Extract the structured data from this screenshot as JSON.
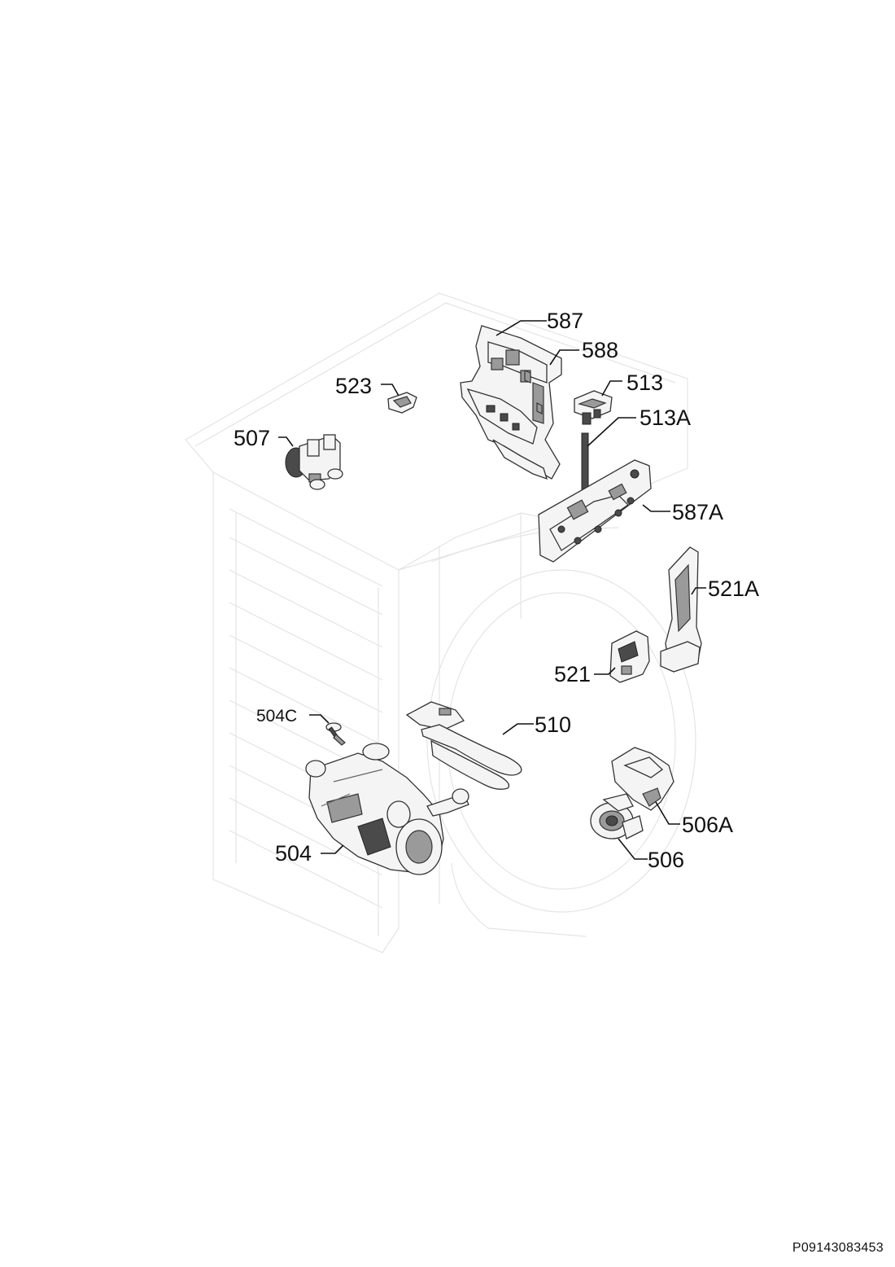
{
  "callouts": {
    "c587": "587",
    "c588": "588",
    "c513": "513",
    "c513a": "513A",
    "c523": "523",
    "c507": "507",
    "c587a": "587A",
    "c521a": "521A",
    "c521": "521",
    "c504c": "504C",
    "c510": "510",
    "c504": "504",
    "c506a": "506A",
    "c506": "506"
  },
  "document_id": "P09143083453"
}
